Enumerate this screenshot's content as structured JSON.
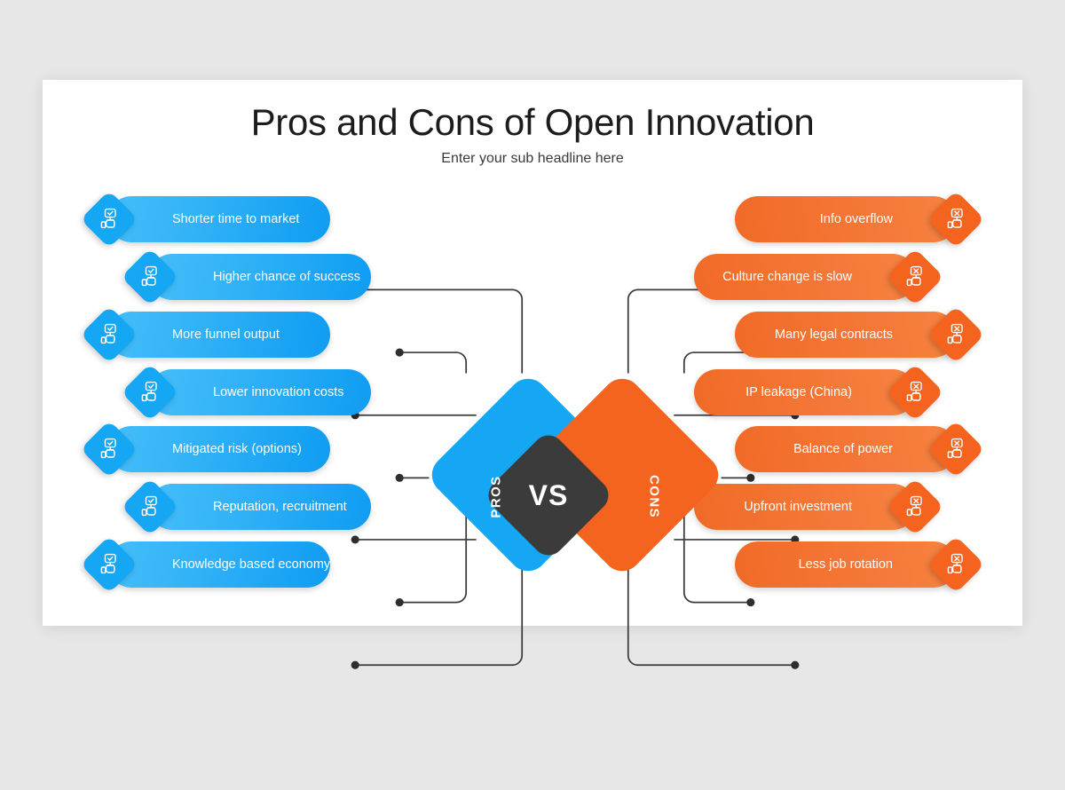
{
  "header": {
    "title": "Pros and Cons of Open Innovation",
    "subtitle": "Enter your sub headline here"
  },
  "center": {
    "vs_label": "VS",
    "pros_label": "PROS",
    "cons_label": "CONS"
  },
  "colors": {
    "background": "#e7e7e7",
    "card": "#ffffff",
    "pros_blue": "#15a7f4",
    "cons_orange": "#f4641f",
    "core_gray": "#3b3b3b",
    "connector": "#3a3a3a",
    "title_text": "#1c1c1c"
  },
  "pros": {
    "icon": "thumbs-up-check-icon",
    "items": [
      {
        "label": "Shorter time to market"
      },
      {
        "label": "Higher chance of success"
      },
      {
        "label": "More funnel output"
      },
      {
        "label": "Lower innovation costs"
      },
      {
        "label": "Mitigated risk (options)"
      },
      {
        "label": "Reputation, recruitment"
      },
      {
        "label": "Knowledge based economy"
      }
    ]
  },
  "cons": {
    "icon": "thumbs-up-x-icon",
    "items": [
      {
        "label": "Info overflow"
      },
      {
        "label": "Culture change is slow"
      },
      {
        "label": "Many legal contracts"
      },
      {
        "label": "IP leakage (China)"
      },
      {
        "label": "Balance of power"
      },
      {
        "label": "Upfront investment"
      },
      {
        "label": "Less job rotation"
      }
    ]
  }
}
